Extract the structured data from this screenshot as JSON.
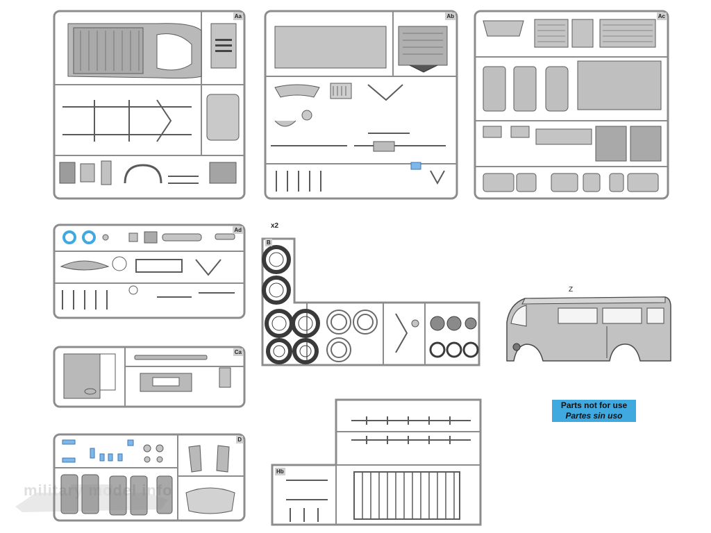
{
  "sprues": {
    "aa": {
      "label": "Aa"
    },
    "ab": {
      "label": "Ab"
    },
    "ac": {
      "label": "Ac"
    },
    "ad": {
      "label": "Ad"
    },
    "b": {
      "label": "B",
      "multiplier": "x2"
    },
    "ca": {
      "label": "Ca"
    },
    "d": {
      "label": "D"
    },
    "hb": {
      "label": "Hb"
    },
    "z": {
      "label": "Z"
    }
  },
  "note": {
    "line1": "Parts not for use",
    "line2": "Partes sin uso"
  },
  "watermark": {
    "text": "military model info"
  },
  "colors": {
    "sprue_frame": "#8c8c8c",
    "part_fill": "#b9b9b9",
    "part_stroke": "#5a5a5a",
    "highlight_blue": "#3fa9e0",
    "clear_part_blue": "#7fb8e8"
  }
}
